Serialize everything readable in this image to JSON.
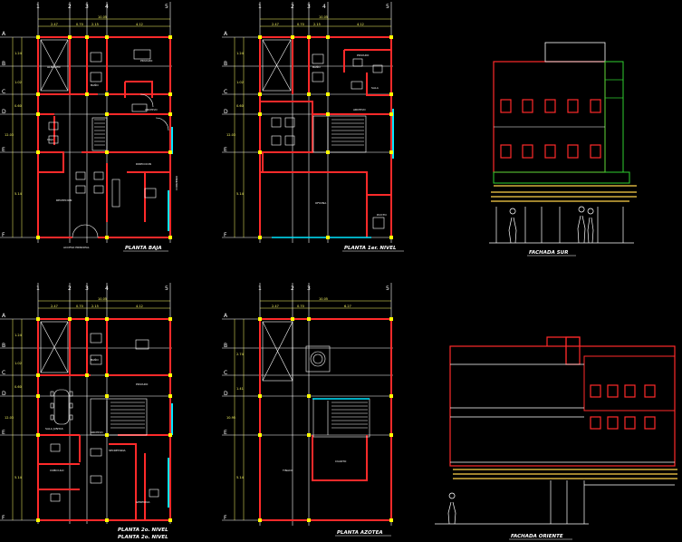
{
  "drawings": {
    "plan_ground": {
      "title": "PLANTA BAJA",
      "note": "ACCESO PRINCIPAL",
      "side_note": "CONVENIO",
      "grid_cols": [
        "1",
        "2",
        "3",
        "4",
        "5"
      ],
      "grid_rows": [
        "A",
        "B",
        "C",
        "D",
        "E",
        "F"
      ],
      "dims_top": [
        "10.05",
        "2.47",
        "0.70",
        "2.15",
        "4.12"
      ],
      "dims_left": [
        "1.24",
        "1.02",
        "0.60",
        "12.03",
        "5.14"
      ],
      "rooms": [
        "ALMACEN",
        "BAÑO",
        "PRIVADO",
        "ARCHIVO",
        "CAJA",
        "DIRECCION",
        "RECEPCION"
      ]
    },
    "plan_first": {
      "title": "PLANTA 1er. NIVEL",
      "grid_cols": [
        "1",
        "2",
        "3",
        "4",
        "5"
      ],
      "grid_rows": [
        "A",
        "B",
        "C",
        "D",
        "E",
        "F"
      ],
      "dims_top": [
        "10.05",
        "2.47",
        "0.70",
        "2.15",
        "4.12"
      ],
      "dims_left": [
        "1.24",
        "1.02",
        "0.60",
        "12.03",
        "5.14"
      ],
      "rooms": [
        "BAÑO",
        "PRIVADO",
        "SALA",
        "ARCHIVO",
        "OFICINA",
        "DUCTO"
      ]
    },
    "plan_second": {
      "title": "PLANTA 2o. NIVEL",
      "grid_cols": [
        "1",
        "2",
        "3",
        "4",
        "5"
      ],
      "grid_rows": [
        "A",
        "B",
        "C",
        "D",
        "E",
        "F"
      ],
      "dims_top": [
        "10.05",
        "2.47",
        "0.70",
        "2.15",
        "4.12"
      ],
      "dims_left": [
        "1.24",
        "1.02",
        "0.60",
        "12.03",
        "5.14"
      ],
      "rooms": [
        "PRIVADO",
        "SALA JUNTAS",
        "ARCHIVO",
        "SECRETARIA",
        "CUBICULO",
        "BAÑO",
        "GERENCIA"
      ]
    },
    "plan_roof": {
      "title": "PLANTA AZOTEA",
      "grid_cols": [
        "1",
        "2",
        "3",
        "5"
      ],
      "grid_rows": [
        "A",
        "B",
        "C",
        "D",
        "E",
        "F"
      ],
      "dims_top": [
        "10.05",
        "2.47",
        "0.70",
        "6.27"
      ],
      "dims_left": [
        "2.74",
        "1.41",
        "10.95",
        "5.14"
      ],
      "rooms": [
        "TINACO",
        "CUARTO"
      ]
    },
    "facade_south": {
      "title": "FACHADA SUR"
    },
    "facade_east": {
      "title": "FACHADA ORIENTE"
    }
  },
  "colors": {
    "background": "#000000",
    "wall": "#ff2a2a",
    "line": "#ffffff",
    "grid": "#e0e0e0",
    "dimension": "#ffff66",
    "column": "#ffff00",
    "window": "#00e5ff",
    "facade_band": "#ffd24a",
    "facade_green": "#2fd12f"
  }
}
